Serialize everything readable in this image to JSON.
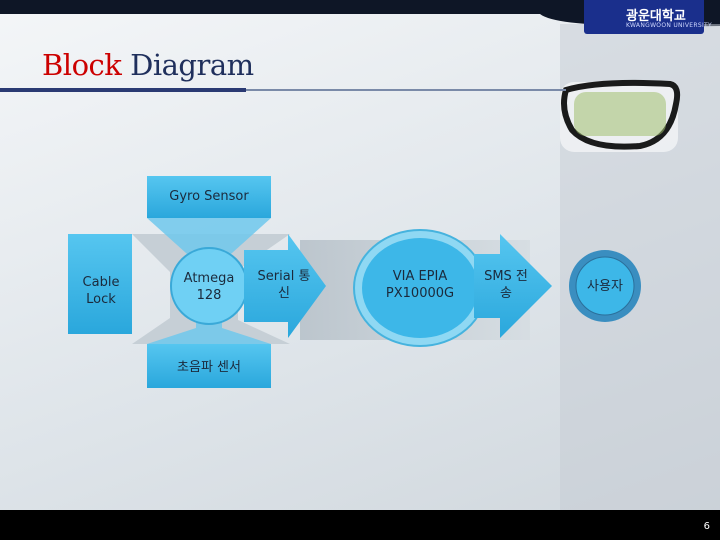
{
  "slide": {
    "title_part1": "Block",
    "title_part2": "Diagram",
    "page_number": "6"
  },
  "logo": {
    "name": "광운대학교",
    "sub": "KWANGWOON UNIVERSITY"
  },
  "diagram": {
    "gyro_sensor": "Gyro Sensor",
    "cable_lock": "Cable Lock",
    "atmega": "Atmega 128",
    "serial": "Serial 통신",
    "via": "VIA EPIA PX10000G",
    "sms": "SMS 전 송",
    "user": "사용자",
    "ultrasonic": "초음파 센서"
  },
  "colors": {
    "title_red": "#cc0000",
    "title_navy": "#1f2f5c",
    "box_blue": "#3fb8e8",
    "background_bottom": "#000000"
  }
}
